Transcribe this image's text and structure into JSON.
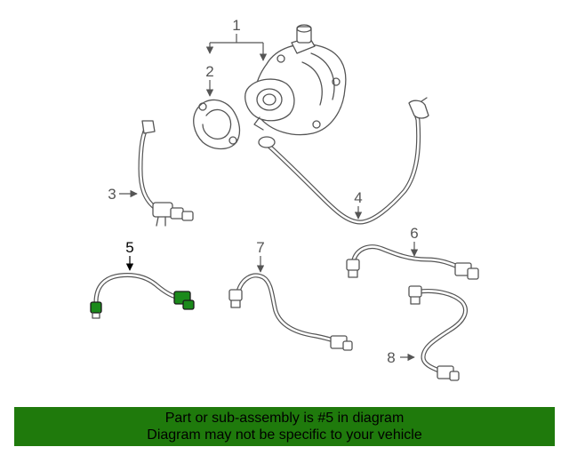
{
  "callouts": {
    "c1": "1",
    "c2": "2",
    "c3": "3",
    "c4": "4",
    "c5": "5",
    "c6": "6",
    "c7": "7",
    "c8": "8"
  },
  "highlight": {
    "callout": "5",
    "color": "#1b8a1b"
  },
  "footer": {
    "line1": "Part or sub-assembly is #5 in diagram",
    "line2": "Diagram may not be specific to your vehicle",
    "background": "#1f7a0c"
  }
}
